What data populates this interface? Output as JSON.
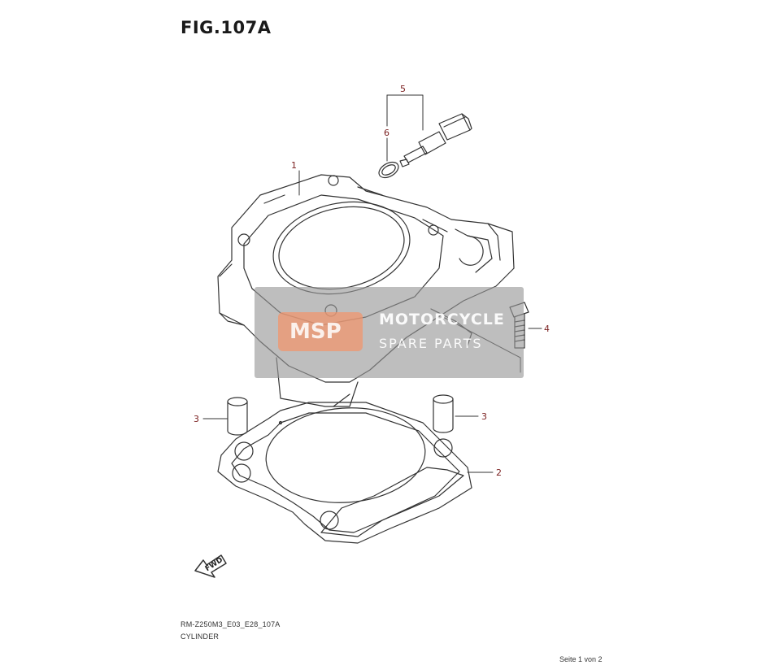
{
  "figure": {
    "title": "FIG.107A"
  },
  "callouts": [
    {
      "id": "1",
      "label": "1"
    },
    {
      "id": "2",
      "label": "2"
    },
    {
      "id": "3a",
      "label": "3"
    },
    {
      "id": "3b",
      "label": "3"
    },
    {
      "id": "4",
      "label": "4"
    },
    {
      "id": "5",
      "label": "5"
    },
    {
      "id": "6",
      "label": "6"
    }
  ],
  "fwd_label": "FWD",
  "watermark": {
    "logo_text": "MSP",
    "line1": "MOTORCYCLE",
    "line2": "SPARE PARTS"
  },
  "footer": {
    "model_code": "RM-Z250M3_E03_E28_107A",
    "section": "CYLINDER",
    "page": "Seite 1 von 2"
  }
}
